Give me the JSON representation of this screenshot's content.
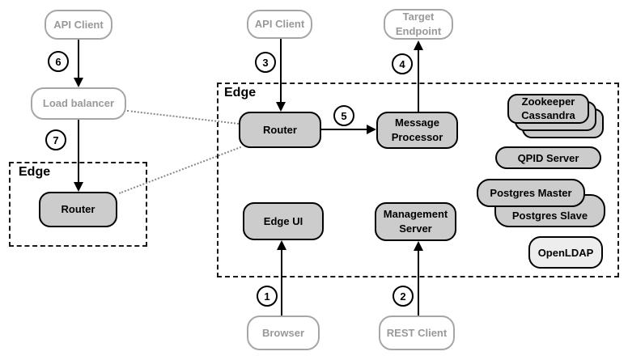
{
  "colors": {
    "internal_fill": "#cccccc",
    "internal_border": "#000000",
    "external_border": "#a6a6a6",
    "external_text": "#999999",
    "openldap_fill": "#ededed",
    "arrow": "#000000",
    "dotted_link": "#888888"
  },
  "groups": {
    "main": {
      "label": "Edge"
    },
    "left": {
      "label": "Edge"
    }
  },
  "nodes": {
    "api_client_top_left": {
      "label": "API Client"
    },
    "api_client_top_mid": {
      "label": "API Client"
    },
    "target_endpoint": {
      "line1": "Target",
      "line2": "Endpoint"
    },
    "load_balancer": {
      "label": "Load balancer"
    },
    "router_left": {
      "label": "Router"
    },
    "router_main": {
      "label": "Router"
    },
    "message_processor": {
      "line1": "Message",
      "line2": "Processor"
    },
    "edge_ui": {
      "label": "Edge UI"
    },
    "management_server": {
      "line1": "Management",
      "line2": "Server"
    },
    "zookeeper_cassandra": {
      "line1": "Zookeeper",
      "line2": "Cassandra"
    },
    "qpid_server": {
      "label": "QPID Server"
    },
    "postgres_master": {
      "label": "Postgres Master"
    },
    "postgres_slave": {
      "label": "Postgres Slave"
    },
    "openldap": {
      "label": "OpenLDAP"
    },
    "browser": {
      "label": "Browser"
    },
    "rest_client": {
      "label": "REST Client"
    }
  },
  "steps": {
    "s1": "1",
    "s2": "2",
    "s3": "3",
    "s4": "4",
    "s5": "5",
    "s6": "6",
    "s7": "7"
  }
}
